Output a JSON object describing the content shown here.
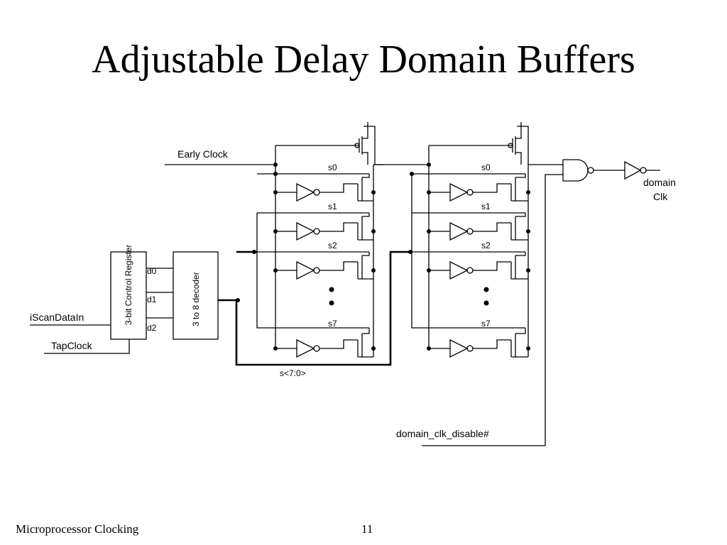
{
  "slide": {
    "title": "Adjustable Delay Domain Buffers",
    "footer_text": "Microprocessor Clocking",
    "page_number": "11"
  },
  "diagram": {
    "early_clock": "Early Clock",
    "scan_data_in": "iScanDataIn",
    "tap_clock": "TapClock",
    "control_register": "3-bit Control Register",
    "decoder": "3 to 8 decoder",
    "register_outputs": [
      "d0",
      "d1",
      "d2"
    ],
    "select_labels": [
      "s0",
      "s1",
      "s2",
      "s7"
    ],
    "select_bus": "s<7:0>",
    "output_label_1": "domain",
    "output_label_2": "Clk",
    "disable_signal": "domain_clk_disable#"
  }
}
